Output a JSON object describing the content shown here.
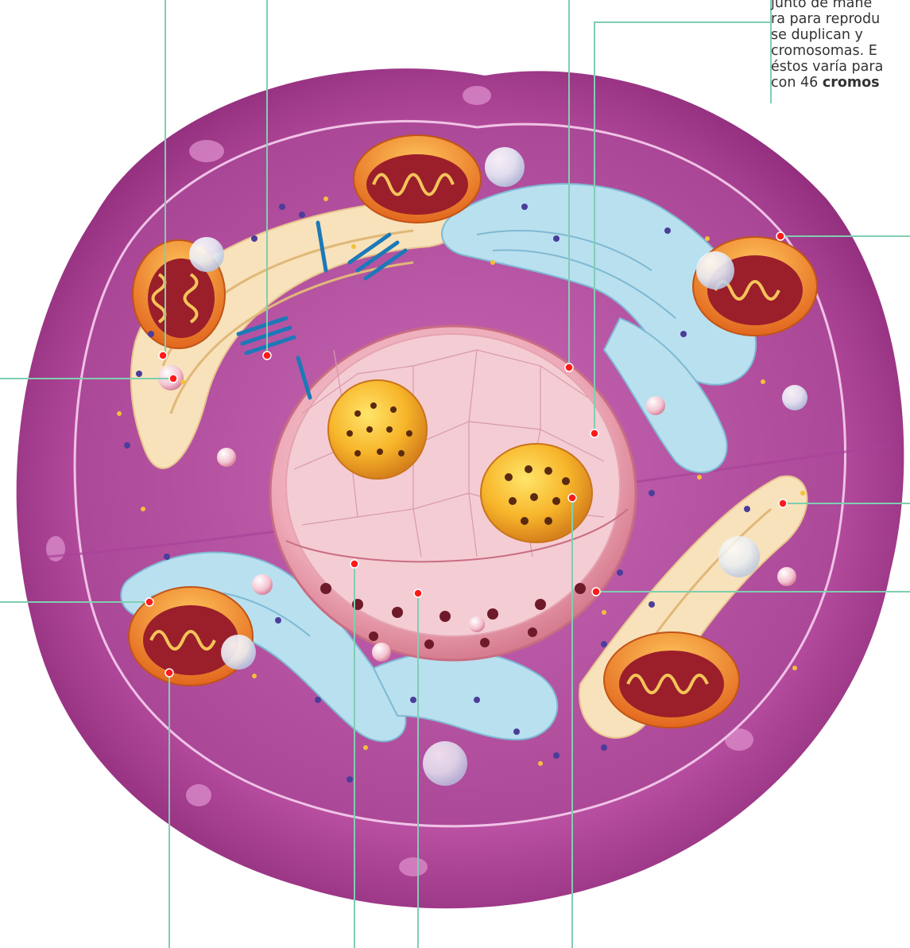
{
  "caption": {
    "lines": [
      "junto de mane",
      "ra para reprodu",
      "se duplican y",
      "cromosomas. E",
      "éstos varía para"
    ],
    "last_line_prefix": "con 46 ",
    "last_line_bold": "cromos"
  },
  "colors": {
    "cytoplasm": "#c25aa8",
    "membrane_outer": "#9c3a86",
    "nucleus": "#e89aa8",
    "nucleolus": "#f5a623",
    "mitochondria": "#e8742a",
    "golgi": "#f3d9a8",
    "reticulum": "#a8d8ea",
    "callout_dot": "#ff1a1a",
    "leader_line": "#7fcfb0"
  }
}
